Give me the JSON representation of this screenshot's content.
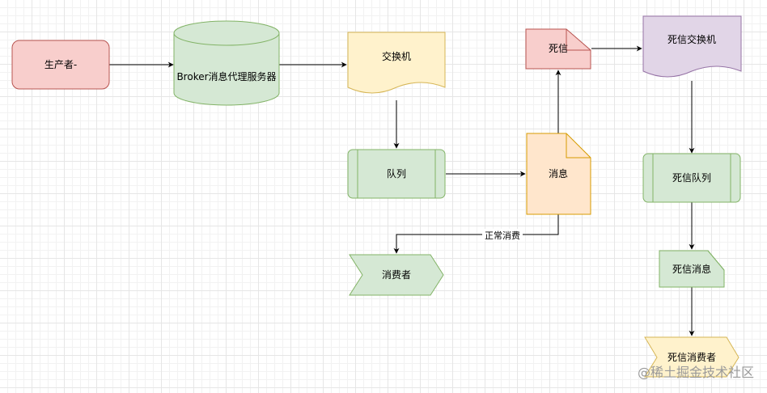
{
  "diagram": {
    "nodes": {
      "producer": {
        "label": "生产者-",
        "fill": "#f8cecc",
        "stroke": "#b85450"
      },
      "broker": {
        "label": "Broker消息代理服务器",
        "fill": "#d5e8d4",
        "stroke": "#82b366"
      },
      "exchange": {
        "label": "交换机",
        "fill": "#fff2cc",
        "stroke": "#d6b656"
      },
      "queue": {
        "label": "队列",
        "fill": "#d5e8d4",
        "stroke": "#82b366"
      },
      "message": {
        "label": "消息",
        "fill": "#ffe6cc",
        "stroke": "#d79b00"
      },
      "consumer": {
        "label": "消费者",
        "fill": "#d5e8d4",
        "stroke": "#82b366"
      },
      "dead": {
        "label": "死信",
        "fill": "#f8cecc",
        "stroke": "#b85450"
      },
      "dlx": {
        "label": "死信交换机",
        "fill": "#e1d5e7",
        "stroke": "#9673a6"
      },
      "dlq": {
        "label": "死信队列",
        "fill": "#d5e8d4",
        "stroke": "#82b366"
      },
      "dead_message": {
        "label": "死信消息",
        "fill": "#d5e8d4",
        "stroke": "#82b366"
      },
      "dead_consumer": {
        "label": "死信消费者",
        "fill": "#fff2cc",
        "stroke": "#d6b656"
      }
    },
    "edges": {
      "normal_consume_label": "正常消费"
    }
  },
  "watermark": "@稀土掘金技术社区"
}
